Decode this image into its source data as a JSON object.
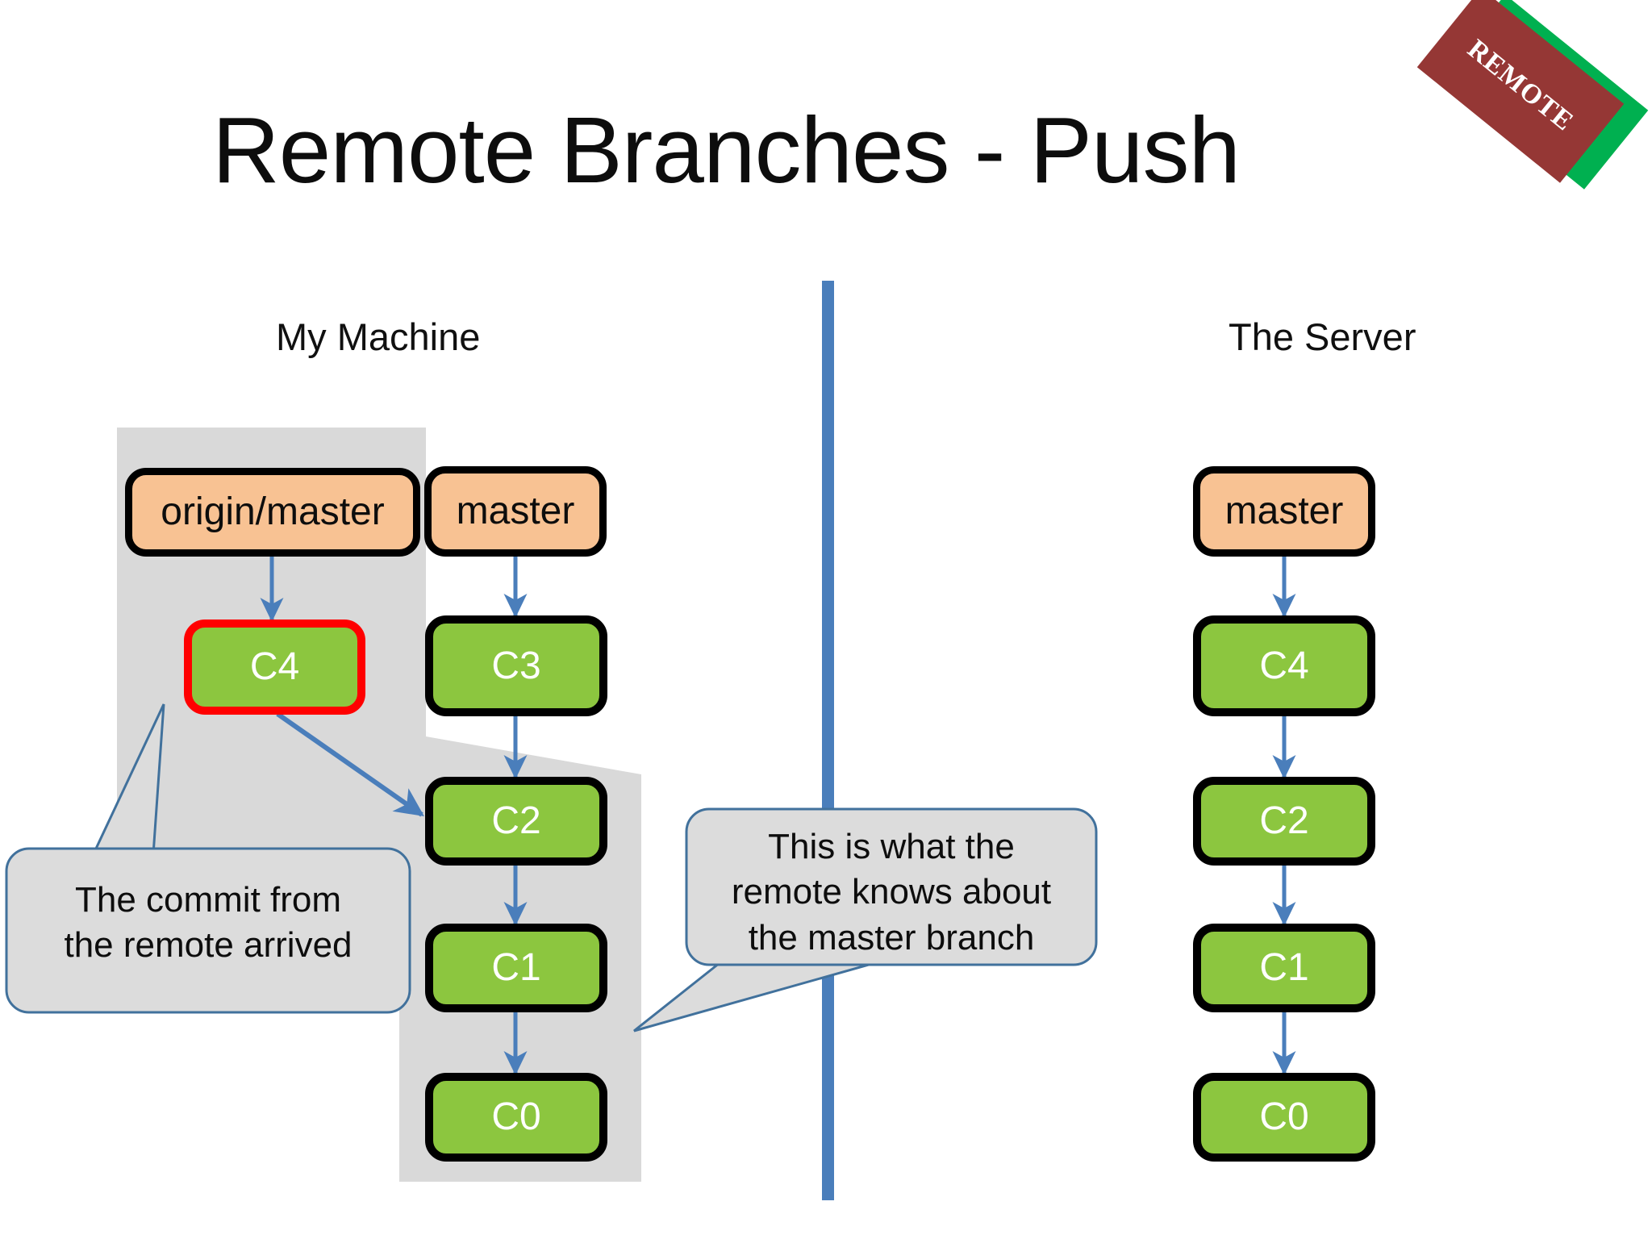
{
  "slide": {
    "title": "Remote Branches - Push",
    "background_color": "#ffffff"
  },
  "stamp": {
    "label": "REMOTE",
    "front_color": "#953735",
    "back_color": "#00B050",
    "text_color": "#ffffff"
  },
  "divider": {
    "name": "vertical-separator",
    "color": "#4A7EBB"
  },
  "columns": {
    "left_caption": "My Machine",
    "right_caption": "The Server"
  },
  "colors": {
    "branch_fill": "#F8C293",
    "commit_fill": "#8CC63F",
    "commit_border": "#000000",
    "highlight_border": "#FF0000",
    "arrow": "#4A7EBB",
    "shade": "#D9D9D9",
    "callout_fill": "#DCDCDC",
    "callout_border": "#41719C"
  },
  "my_machine": {
    "tracking_branch": {
      "label": "origin/master",
      "kind": "branch"
    },
    "tracking_commits": [
      {
        "label": "C4",
        "kind": "commit",
        "highlighted": true
      }
    ],
    "local_branch": {
      "label": "master",
      "kind": "branch"
    },
    "local_commits": [
      {
        "label": "C3",
        "kind": "commit",
        "highlighted": false
      },
      {
        "label": "C2",
        "kind": "commit",
        "highlighted": false
      },
      {
        "label": "C1",
        "kind": "commit",
        "highlighted": false
      },
      {
        "label": "C0",
        "kind": "commit",
        "highlighted": false
      }
    ]
  },
  "the_server": {
    "branch": {
      "label": "master",
      "kind": "branch"
    },
    "commits": [
      {
        "label": "C4",
        "kind": "commit",
        "highlighted": false
      },
      {
        "label": "C2",
        "kind": "commit",
        "highlighted": false
      },
      {
        "label": "C1",
        "kind": "commit",
        "highlighted": false
      },
      {
        "label": "C0",
        "kind": "commit",
        "highlighted": false
      }
    ]
  },
  "callouts": [
    {
      "id": "commit-arrived-callout",
      "text": "The commit from\nthe remote arrived"
    },
    {
      "id": "remote-knowledge-callout",
      "text": "This is what the\nremote knows about\nthe master branch"
    }
  ]
}
